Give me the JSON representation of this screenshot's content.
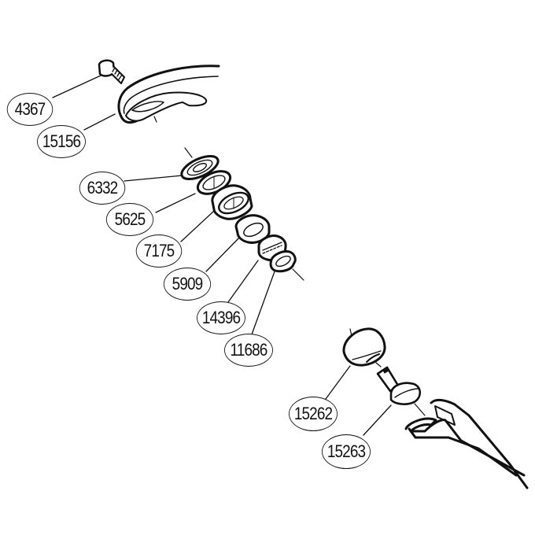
{
  "diagram": {
    "type": "exploded-parts-diagram",
    "line_color": "#111111",
    "background": "#ffffff"
  },
  "parts": [
    {
      "id": "4367",
      "label": "4367",
      "component": "screw"
    },
    {
      "id": "15156",
      "label": "15156",
      "component": "handle-arm"
    },
    {
      "id": "6332",
      "label": "6332",
      "component": "washer"
    },
    {
      "id": "5625",
      "label": "5625",
      "component": "ring"
    },
    {
      "id": "7175",
      "label": "7175",
      "component": "bearing"
    },
    {
      "id": "5909",
      "label": "5909",
      "component": "collar"
    },
    {
      "id": "14396",
      "label": "14396",
      "component": "bushing"
    },
    {
      "id": "11686",
      "label": "11686",
      "component": "washer-small"
    },
    {
      "id": "15262",
      "label": "15262",
      "component": "knob"
    },
    {
      "id": "15263",
      "label": "15263",
      "component": "knob-shaft"
    }
  ]
}
